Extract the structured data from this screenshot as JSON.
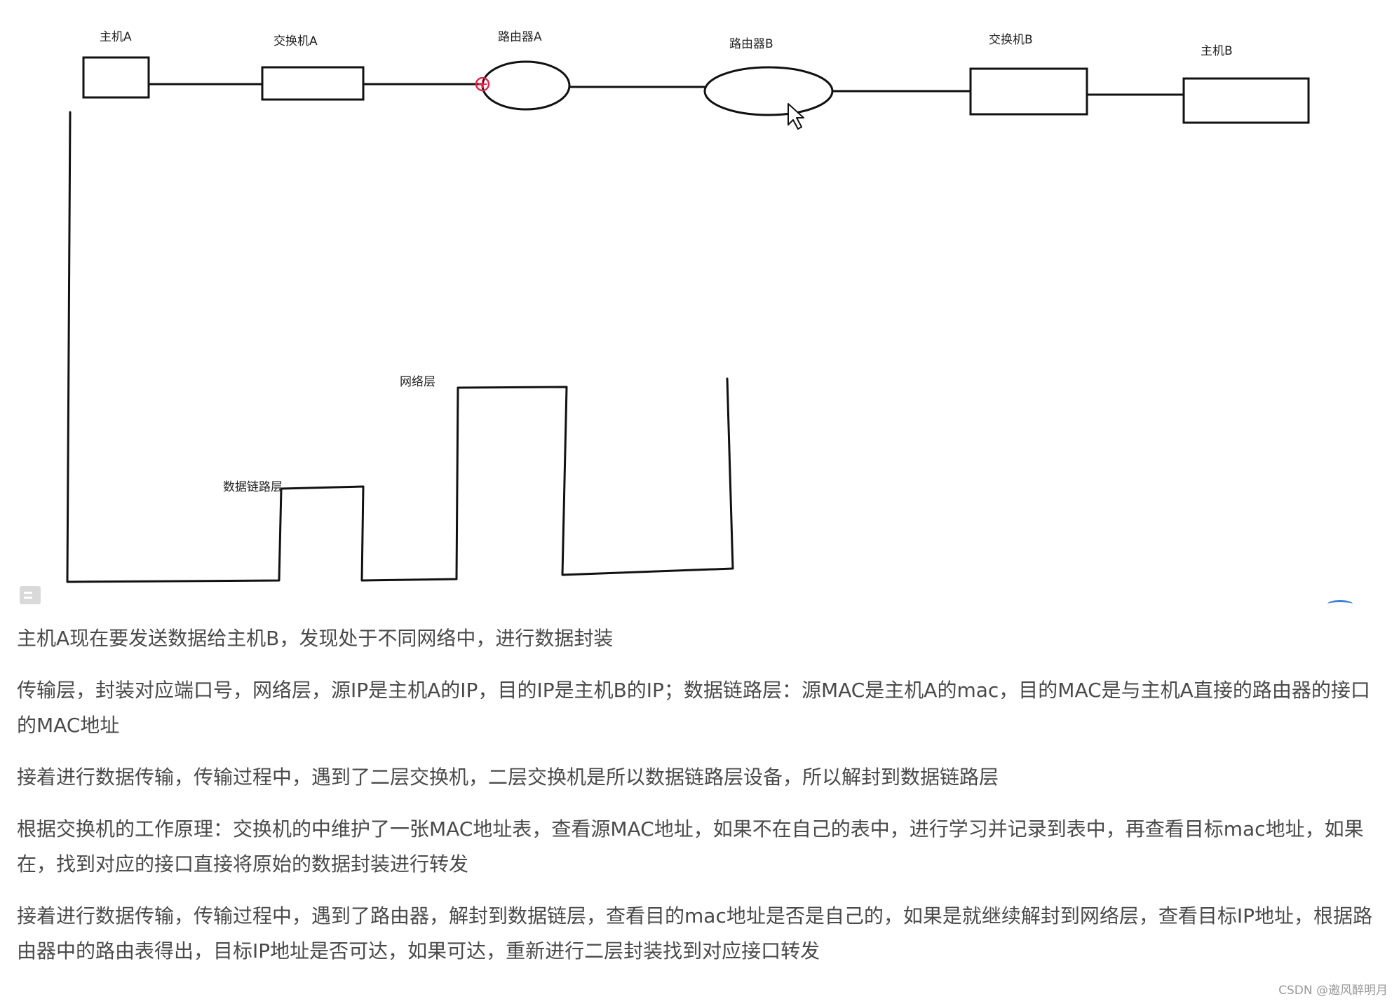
{
  "diagram": {
    "nodes": {
      "host_a": "主机A",
      "switch_a": "交换机A",
      "router_a": "路由器A",
      "router_b": "路由器B",
      "switch_b": "交换机B",
      "host_b": "主机B"
    },
    "layers": {
      "network": "网络层",
      "data_link": "数据链路层"
    },
    "colors": {
      "line": "#111111",
      "interface_marker": "#e0284a",
      "text": "#4a4a4a"
    },
    "icons": [
      "mouse-cursor-icon",
      "interface-marker-icon",
      "handle-icon"
    ]
  },
  "notes": [
    "主机A现在要发送数据给主机B，发现处于不同网络中，进行数据封装",
    "传输层，封装对应端口号，网络层，源IP是主机A的IP，目的IP是主机B的IP；数据链路层：源MAC是主机A的mac，目的MAC是与主机A直接的路由器的接口的MAC地址",
    "接着进行数据传输，传输过程中，遇到了二层交换机，二层交换机是所以数据链路层设备，所以解封到数据链路层",
    "根据交换机的工作原理：交换机的中维护了一张MAC地址表，查看源MAC地址，如果不在自己的表中，进行学习并记录到表中，再查看目标mac地址，如果在，找到对应的接口直接将原始的数据封装进行转发",
    "接着进行数据传输，传输过程中，遇到了路由器，解封到数据链层，查看目的mac地址是否是自己的，如果是就继续解封到网络层，查看目标IP地址，根据路由器中的路由表得出，目标IP地址是否可达，如果可达，重新进行二层封装找到对应接口转发"
  ],
  "watermark": "CSDN @邀风醉明月"
}
